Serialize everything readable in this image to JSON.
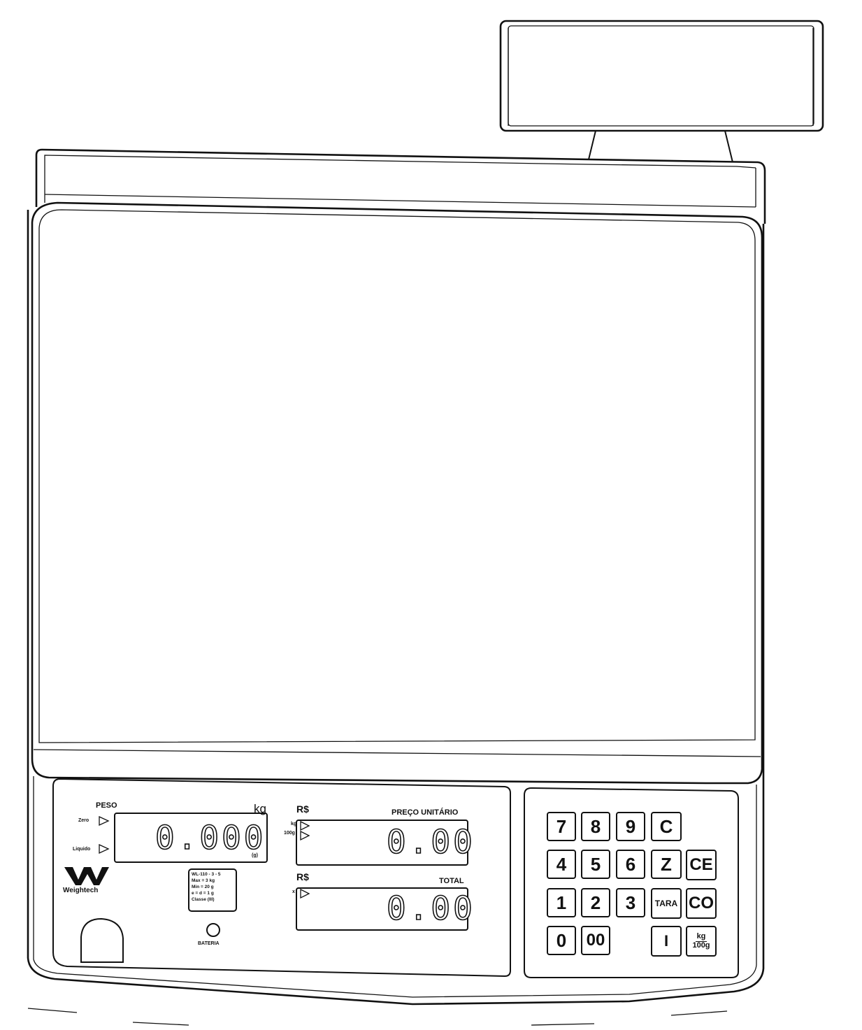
{
  "weight_panel": {
    "title": "PESO",
    "unit": "kg",
    "indicator_zero": "Zero",
    "indicator_unstable": "Liquido",
    "reading": "0.000",
    "sub_unit": "(g)"
  },
  "unit_price_panel": {
    "currency": "R$",
    "title": "PREÇO UNITÁRIO",
    "indicator_kg": "kg",
    "indicator_100g": "100g",
    "reading": "0.00"
  },
  "total_panel": {
    "currency": "R$",
    "title": "TOTAL",
    "indicator": "x",
    "reading": "0.00"
  },
  "brand": {
    "name": "Weightech"
  },
  "approval_seal": {
    "lines": [
      "WL-110 - 3 - 5",
      "Max = 3 kg",
      "Min = 20 g",
      "e = d = 1 g",
      "Classe (III)"
    ]
  },
  "battery": {
    "label": "BATERIA"
  },
  "keypad": {
    "keys": {
      "k7": "7",
      "k8": "8",
      "k9": "9",
      "kC": "C",
      "k4": "4",
      "k5": "5",
      "k6": "6",
      "kZ": "Z",
      "kCE": "CE",
      "k1": "1",
      "k2": "2",
      "k3": "3",
      "kTARA": "TARA",
      "kCO": "CO",
      "k0": "0",
      "k00": "00",
      "kI": "I",
      "kUnitTop": "kg",
      "kUnitBottom": "100g"
    }
  },
  "colors": {
    "line": "#111111",
    "paper": "#ffffff"
  }
}
